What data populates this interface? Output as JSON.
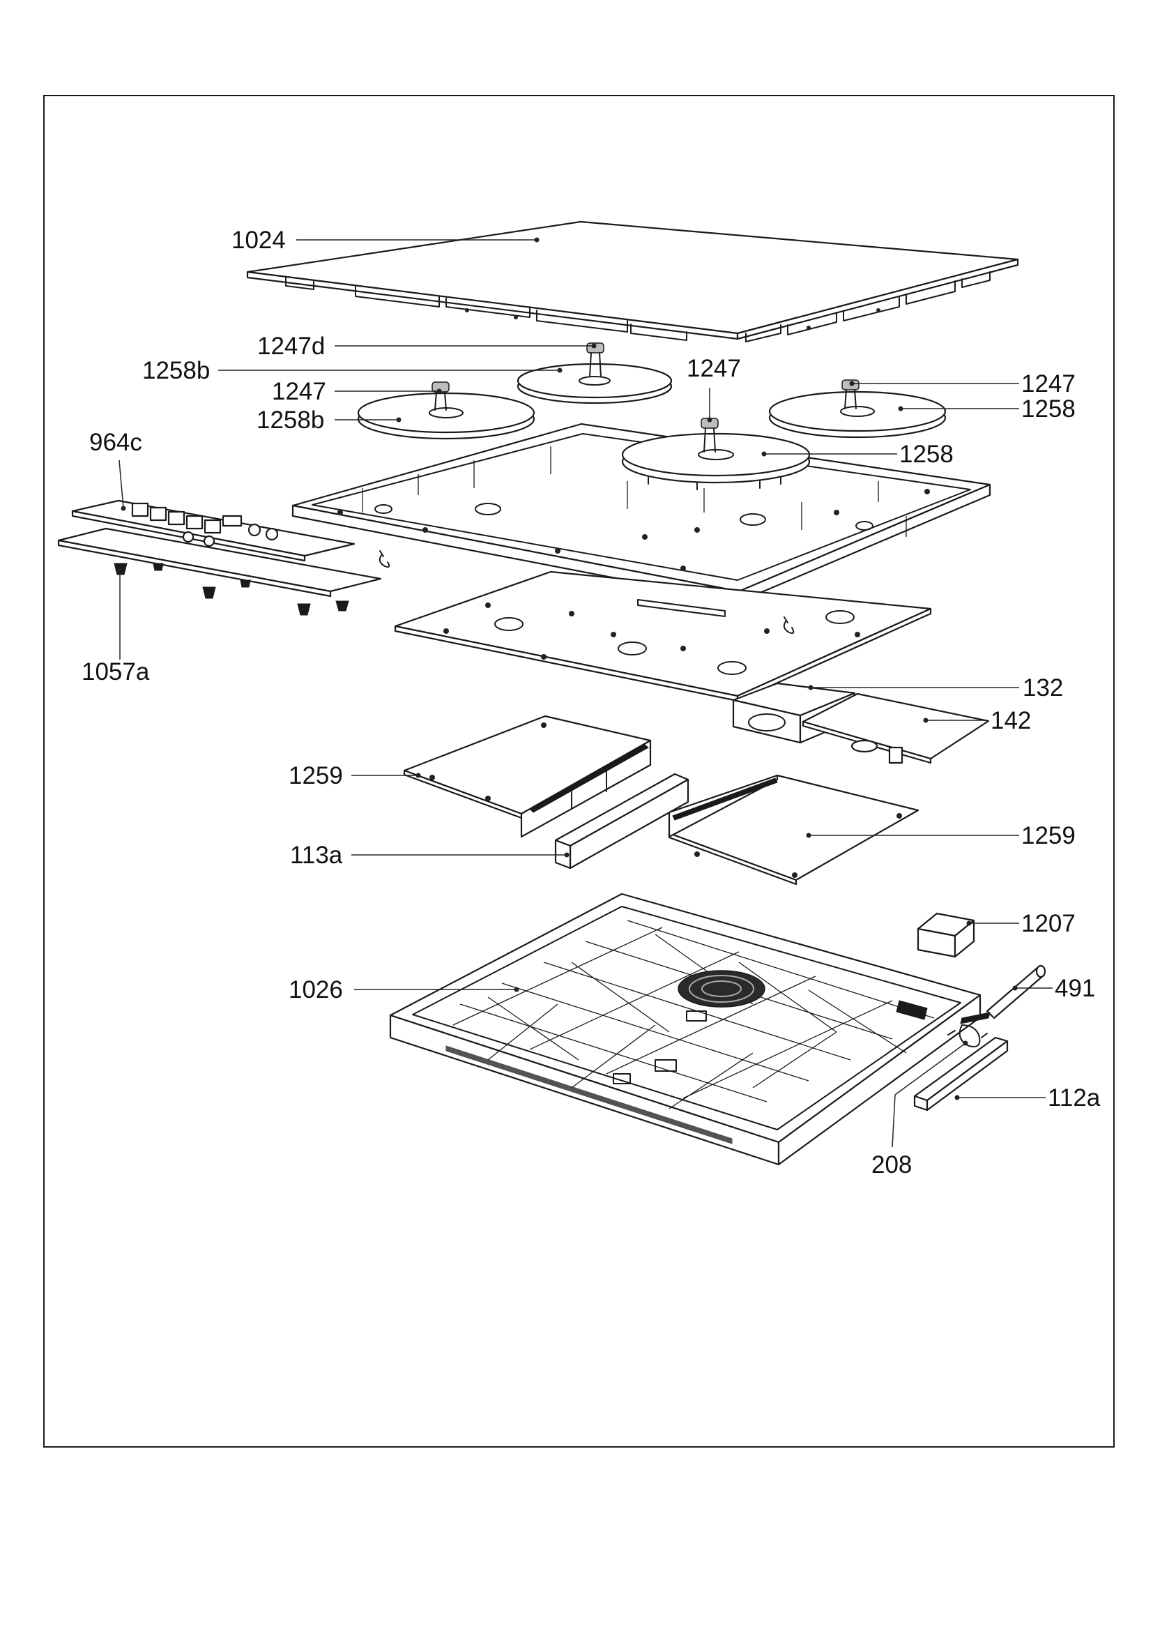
{
  "diagram": {
    "labels": [
      {
        "id": "p1024",
        "text": "1024"
      },
      {
        "id": "p1247d",
        "text": "1247d"
      },
      {
        "id": "p1258b_1",
        "text": "1258b"
      },
      {
        "id": "p1247_1",
        "text": "1247"
      },
      {
        "id": "p1247_2",
        "text": "1247"
      },
      {
        "id": "p1258b_2",
        "text": "1258b"
      },
      {
        "id": "p1247_3",
        "text": "1247"
      },
      {
        "id": "p1258_1",
        "text": "1258"
      },
      {
        "id": "p1258_2",
        "text": "1258"
      },
      {
        "id": "p964c",
        "text": "964c"
      },
      {
        "id": "p1057a",
        "text": "1057a"
      },
      {
        "id": "p132",
        "text": "132"
      },
      {
        "id": "p142",
        "text": "142"
      },
      {
        "id": "p1259_1",
        "text": "1259"
      },
      {
        "id": "p113a",
        "text": "113a"
      },
      {
        "id": "p1259_2",
        "text": "1259"
      },
      {
        "id": "p1207",
        "text": "1207"
      },
      {
        "id": "p1026",
        "text": "1026"
      },
      {
        "id": "p491",
        "text": "491"
      },
      {
        "id": "p112a",
        "text": "112a"
      },
      {
        "id": "p208",
        "text": "208"
      }
    ]
  }
}
